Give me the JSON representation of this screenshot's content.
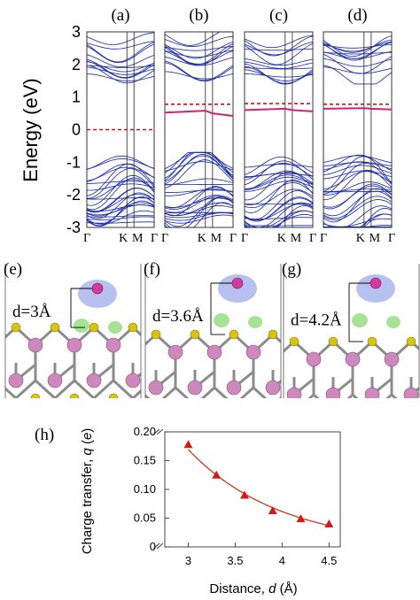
{
  "colors": {
    "band": "#1f2fa8",
    "fermi_dash": "#c21818",
    "impurity_band": "#d0217a",
    "charge_line": "#c83a1e",
    "charge_marker": "#d21b12",
    "mo_atom": "#cf88bd",
    "s_atom": "#d8c30f",
    "charge_depletion": "#aab6ec",
    "charge_accumulation": "#9ce08c"
  },
  "band_panels": {
    "ylabel": "Energy (eV)",
    "ytick_labels": [
      "3",
      "2",
      "1",
      "0",
      "-1",
      "-2",
      "-3"
    ],
    "kpath_labels": [
      "Γ",
      "K",
      "M",
      "Γ"
    ],
    "panels": [
      {
        "label": "(a)",
        "fermi_level": 0.0,
        "impurity_band": null
      },
      {
        "label": "(b)",
        "fermi_level": 0.78,
        "impurity_band": [
          0.52,
          0.58,
          0.5,
          0.42
        ]
      },
      {
        "label": "(c)",
        "fermi_level": 0.8,
        "impurity_band": [
          0.6,
          0.64,
          0.6,
          0.56
        ]
      },
      {
        "label": "(d)",
        "fermi_level": 0.78,
        "impurity_band": [
          0.64,
          0.66,
          0.64,
          0.62
        ]
      }
    ]
  },
  "structure_panels": [
    {
      "label": "(e)",
      "distance_label": "d=3Å"
    },
    {
      "label": "(f)",
      "distance_label": "d=3.6Å"
    },
    {
      "label": "(g)",
      "distance_label": "d=4.2Å"
    }
  ],
  "chart_data": {
    "type": "line",
    "panel_label": "(h)",
    "xlabel": "Distance, d (Å)",
    "ylabel": "Charge transfer, q (e)",
    "xlim": [
      2.75,
      4.62
    ],
    "ylim": [
      0,
      0.2
    ],
    "xticks": [
      "3",
      "3.5",
      "4",
      "4.5"
    ],
    "yticks": [
      "0",
      "0.05",
      "0.10",
      "0.15",
      "0.20"
    ],
    "grid": false,
    "legend": "none",
    "series": [
      {
        "x": [
          3.0,
          3.3,
          3.6,
          3.9,
          4.2,
          4.5
        ],
        "y": [
          0.178,
          0.125,
          0.09,
          0.063,
          0.049,
          0.04
        ],
        "marker": "triangle"
      }
    ]
  }
}
